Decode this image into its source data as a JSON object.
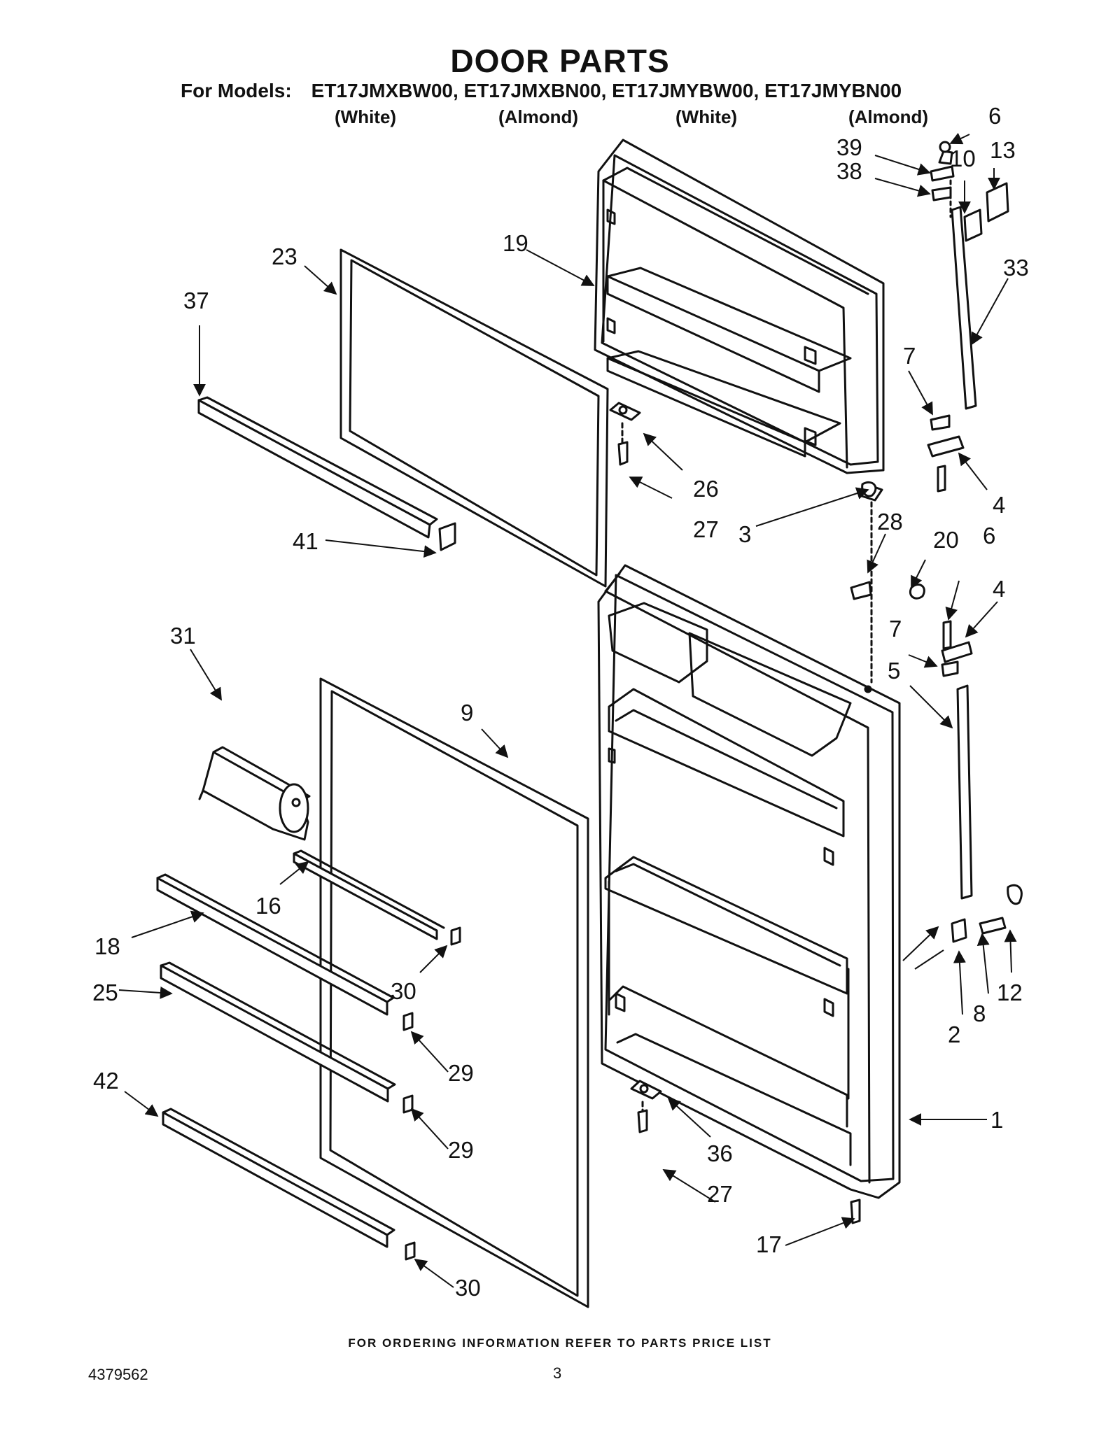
{
  "header": {
    "title": "DOOR PARTS",
    "models_label": "For Models:",
    "models": "ET17JMXBW00, ET17JMXBN00, ET17JMYBW00, ET17JMYBN00",
    "colors": [
      "(White)",
      "(Almond)",
      "(White)",
      "(Almond)"
    ]
  },
  "callouts": {
    "c6a": "6",
    "c39": "39",
    "c38": "38",
    "c10": "10",
    "c13": "13",
    "c23": "23",
    "c19": "19",
    "c33": "33",
    "c37": "37",
    "c7a": "7",
    "c26": "26",
    "c4a": "4",
    "c27a": "27",
    "c3": "3",
    "c28": "28",
    "c20": "20",
    "c6b": "6",
    "c41": "41",
    "c4b": "4",
    "c31": "31",
    "c7b": "7",
    "c5": "5",
    "c9": "9",
    "c16": "16",
    "c18": "18",
    "c30a": "30",
    "c25": "25",
    "c12": "12",
    "c8": "8",
    "c2": "2",
    "c29a": "29",
    "c42": "42",
    "c1": "1",
    "c29b": "29",
    "c36": "36",
    "c27b": "27",
    "c17": "17",
    "c30b": "30"
  },
  "footer": {
    "note": "FOR ORDERING INFORMATION REFER TO PARTS PRICE LIST",
    "doc_number": "4379562",
    "page_number": "3"
  }
}
